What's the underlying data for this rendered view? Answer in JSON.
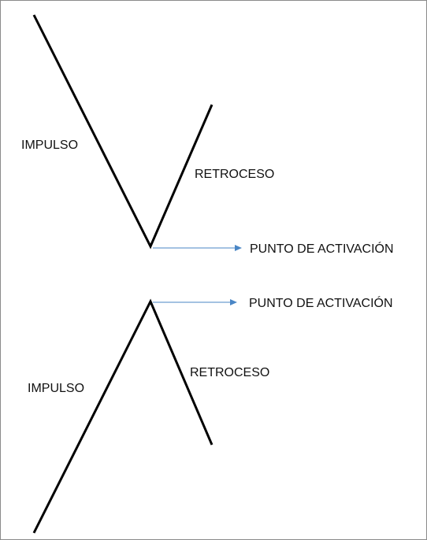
{
  "top_pattern": {
    "impulse_label": "IMPULSO",
    "pullback_label": "RETROCESO",
    "trigger_label": "PUNTO DE ACTIVACIÓN"
  },
  "bottom_pattern": {
    "impulse_label": "IMPULSO",
    "pullback_label": "RETROCESO",
    "trigger_label": "PUNTO DE ACTIVACIÓN"
  },
  "colors": {
    "line": "#000000",
    "arrow": "#4a86c5",
    "frame": "#8a8a8a"
  }
}
